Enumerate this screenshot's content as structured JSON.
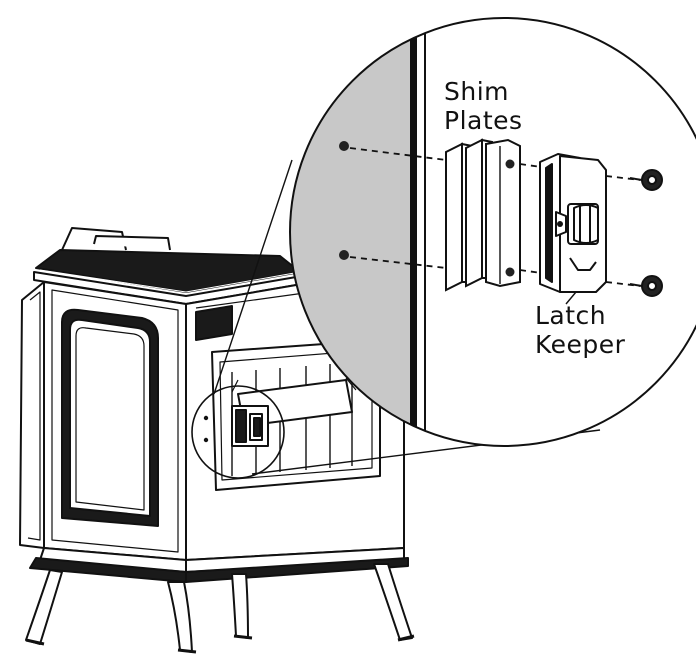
{
  "labels": {
    "shim_line1": "Shim",
    "shim_line2": "Plates",
    "latch_line1": "Latch",
    "latch_line2": "Keeper"
  },
  "colors": {
    "ink": "#111111",
    "wall_shade": "#c8c8c8",
    "background": "#ffffff"
  }
}
